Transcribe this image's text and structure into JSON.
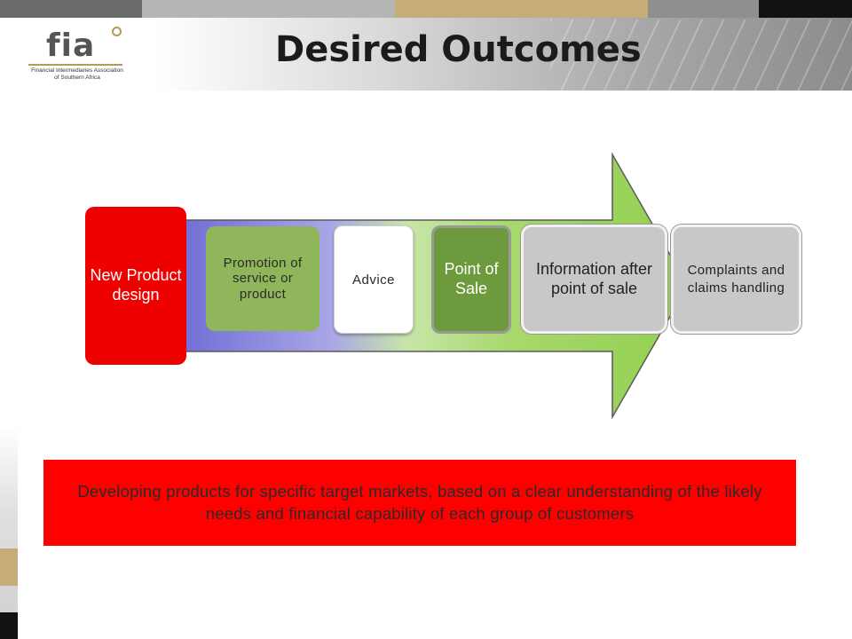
{
  "header": {
    "title": "Desired Outcomes",
    "logo": {
      "mark": "fia",
      "subtitle_line1": "Financial Intermediaries Association",
      "subtitle_line2": "of Southern Africa"
    }
  },
  "diagram": {
    "stages": [
      {
        "label": "New Product design"
      },
      {
        "label": "Promotion of service or product"
      },
      {
        "label": "Advice"
      },
      {
        "label": "Point of Sale"
      },
      {
        "label": "Information after point of sale"
      },
      {
        "label": "Complaints and claims handling"
      }
    ],
    "description": "Developing products for specific target markets, based on a clear understanding of the likely needs and financial capability of each group of customers"
  },
  "colors": {
    "red": "#ee0000",
    "green_light": "#8fb65a",
    "green_dark": "#6c9a3c",
    "arrow_green": "#92d050",
    "arrow_blue": "#7b78d8",
    "gold": "#c6ad78",
    "grey": "#c8c8c8"
  }
}
